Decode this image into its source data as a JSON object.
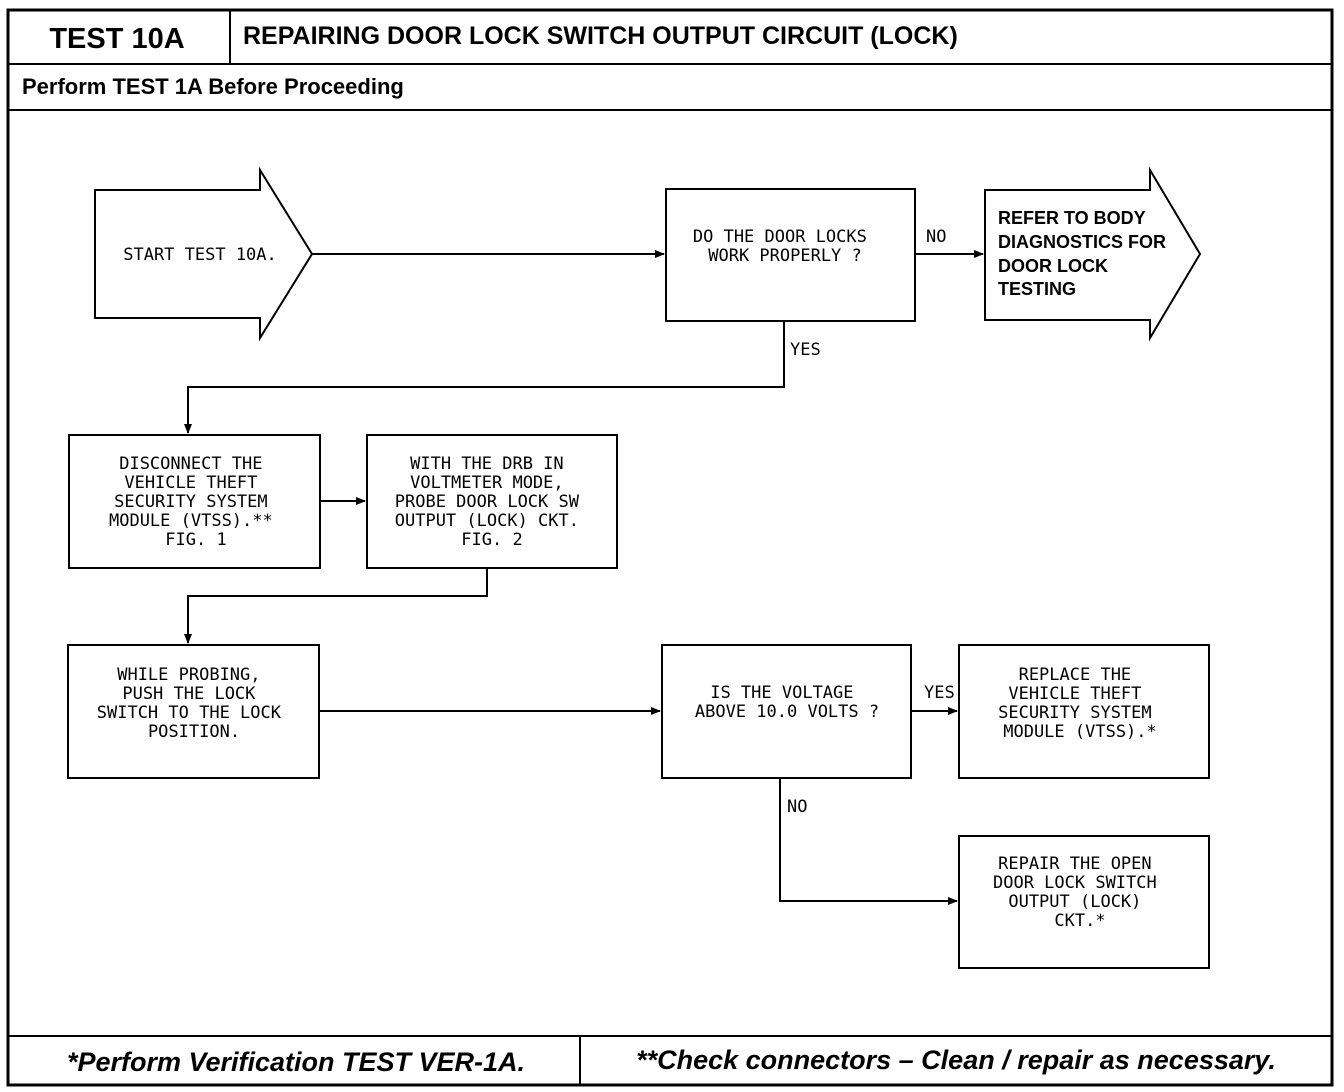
{
  "header": {
    "test_id": "TEST 10A",
    "title": "REPAIRING DOOR LOCK SWITCH OUTPUT CIRCUIT (LOCK)",
    "subtitle": "Perform TEST 1A Before Proceeding"
  },
  "nodes": {
    "start": [
      "START TEST 10A."
    ],
    "q_door_locks": [
      "DO THE DOOR LOCKS",
      "WORK PROPERLY ?"
    ],
    "refer_body": [
      "REFER TO BODY",
      "DIAGNOSTICS FOR",
      "DOOR LOCK",
      "TESTING"
    ],
    "disconnect": [
      "DISCONNECT THE",
      "VEHICLE THEFT",
      "SECURITY SYSTEM",
      "MODULE (VTSS).**",
      "FIG. 1"
    ],
    "probe": [
      "WITH THE DRB IN",
      "VOLTMETER MODE,",
      "PROBE DOOR LOCK SW",
      "OUTPUT (LOCK) CKT.",
      "FIG. 2"
    ],
    "while_probing": [
      "WHILE PROBING,",
      "PUSH THE LOCK",
      "SWITCH TO THE LOCK",
      "POSITION."
    ],
    "q_voltage": [
      "IS THE VOLTAGE",
      "ABOVE 10.0 VOLTS ?"
    ],
    "replace": [
      "REPLACE THE",
      "VEHICLE THEFT",
      "SECURITY SYSTEM",
      "MODULE (VTSS).*"
    ],
    "repair": [
      "REPAIR THE OPEN",
      "DOOR LOCK SWITCH",
      "OUTPUT (LOCK)",
      "CKT.*"
    ]
  },
  "edge_labels": {
    "no_1": "NO",
    "yes_1": "YES",
    "yes_2": "YES",
    "no_2": "NO"
  },
  "footer": {
    "left": "*Perform Verification TEST VER-1A.",
    "right": "**Check connectors – Clean / repair as necessary."
  }
}
